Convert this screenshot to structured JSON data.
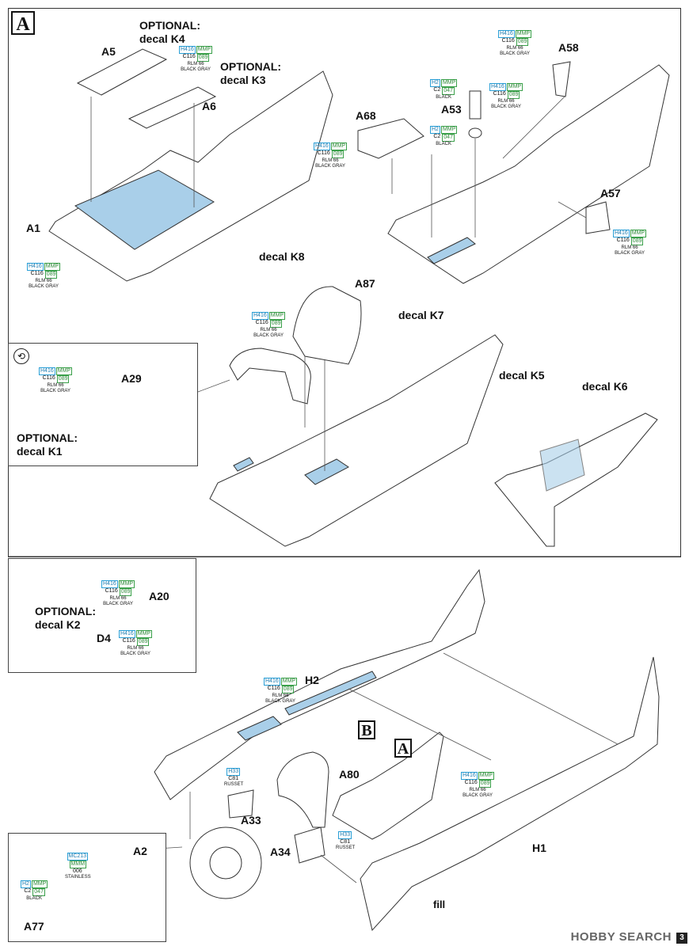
{
  "sections": {
    "a_letter": "A",
    "b_letter": "B",
    "inline_b": "B",
    "inline_a": "A"
  },
  "parts": {
    "A5": "A5",
    "A6": "A6",
    "A1": "A1",
    "A68": "A68",
    "A53": "A53",
    "A58": "A58",
    "A57": "A57",
    "A87": "A87",
    "A29": "A29",
    "A20": "A20",
    "D4": "D4",
    "H2": "H2",
    "H1": "H1",
    "A80": "A80",
    "A33": "A33",
    "A34": "A34",
    "A2": "A2",
    "A77": "A77"
  },
  "notes": {
    "opt_k4": "OPTIONAL:\ndecal K4",
    "opt_k3": "OPTIONAL:\ndecal K3",
    "decal_k8": "decal K8",
    "decal_k7": "decal K7",
    "opt_k1": "OPTIONAL:\ndecal K1",
    "decal_k5": "decal K5",
    "decal_k6": "decal K6",
    "opt_k2": "OPTIONAL:\ndecal K2",
    "fill": "fill"
  },
  "paints": {
    "rlm66": {
      "h": "H416",
      "m": "MMP",
      "c": "C116",
      "n": "089",
      "name1": "RLM 66",
      "name2": "BLACK GRAY"
    },
    "black": {
      "h": "H2",
      "m": "MMP",
      "c": "C2",
      "n": "047",
      "name1": "BLACK"
    },
    "russet": {
      "h": "H33",
      "c": "C81",
      "name1": "RUSSET"
    },
    "stainless": {
      "h": "MC213",
      "m": "MMM",
      "n": "006",
      "name1": "STAINLESS"
    }
  },
  "footer": {
    "watermark": "HOBBY SEARCH",
    "page_number": "3"
  },
  "colors": {
    "highlight": "#a9cfe9",
    "line": "#333333",
    "paint_h": "#1d7bb0",
    "paint_m": "#2f8a3a"
  }
}
